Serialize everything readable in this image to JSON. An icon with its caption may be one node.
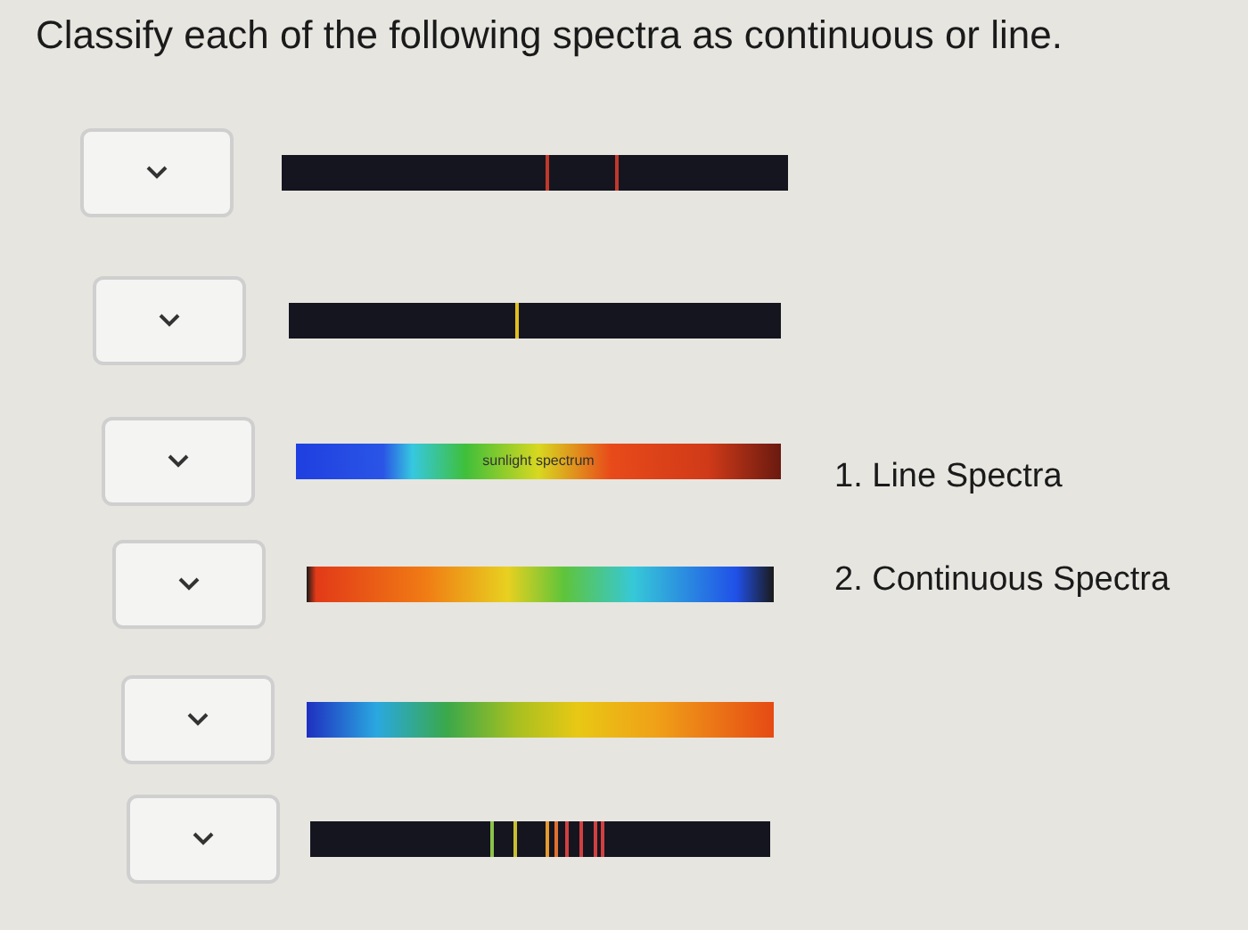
{
  "diagram": {
    "title": "Classify each of the following spectra as continuous or line.",
    "labels": [
      "sunlight spectrum",
      "1. Line Spectra",
      "2. Continuous Spectra"
    ]
  }
}
